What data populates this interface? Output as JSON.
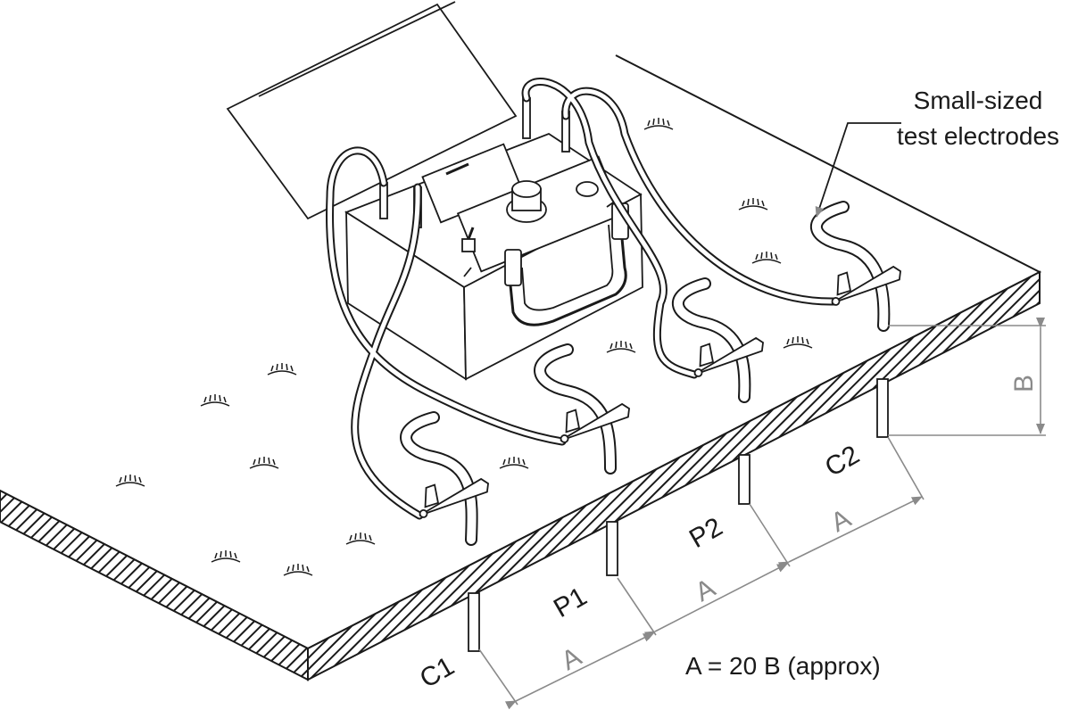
{
  "labels": {
    "callout_line1": "Small-sized",
    "callout_line2": "test electrodes",
    "c1": "C1",
    "p1": "P1",
    "p2": "P2",
    "c2": "C2",
    "spacing_a": "A",
    "depth_b": "B",
    "formula": "A = 20 B (approx)"
  }
}
